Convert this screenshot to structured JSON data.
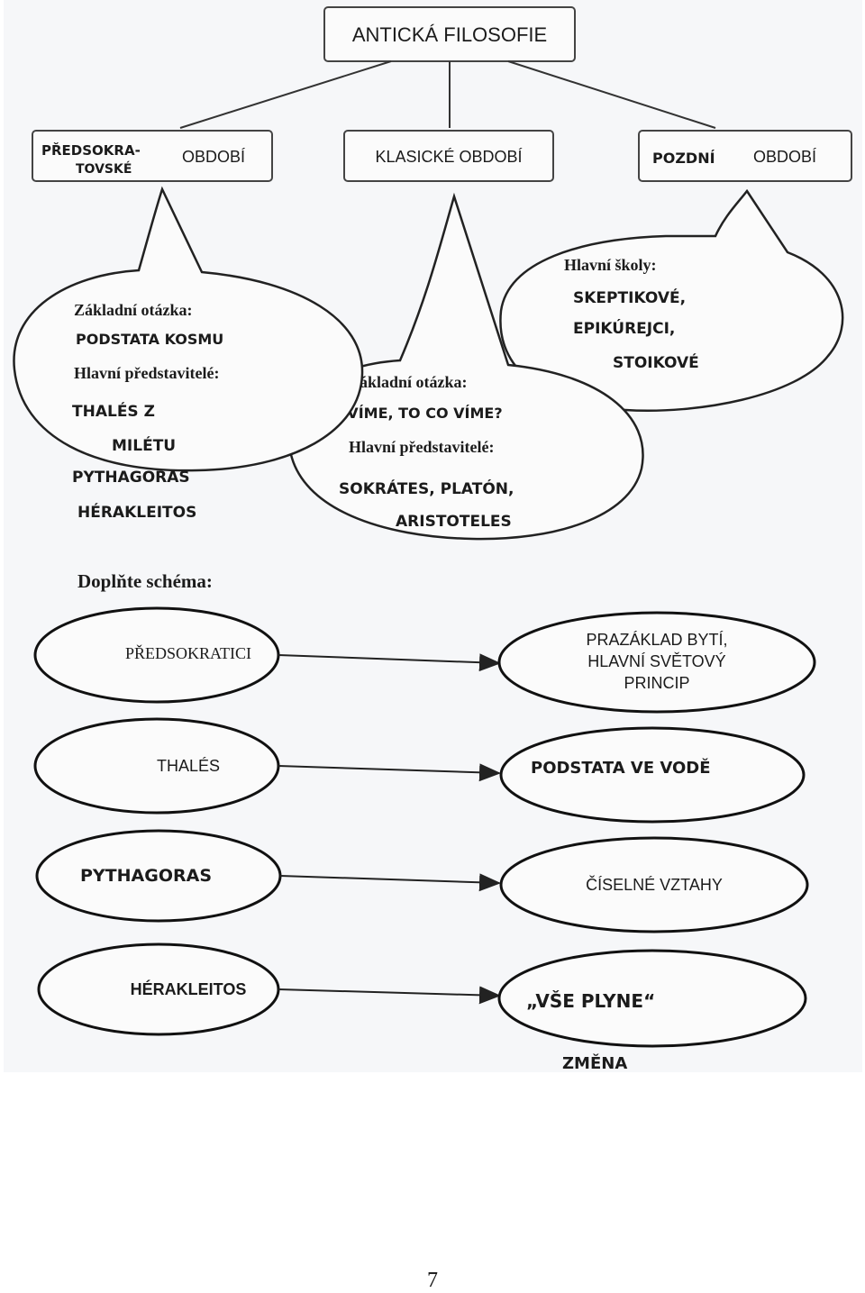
{
  "top": {
    "title": "ANTICKÁ FILOSOFIE"
  },
  "periods": {
    "pre_hand_1": "PŘEDSOKRA-",
    "pre_hand_2": "TOVSKÉ",
    "pre_print": "OBDOBÍ",
    "classic": "KLASICKÉ OBDOBÍ",
    "late_hand": "POZDNÍ",
    "late_print": "OBDOBÍ"
  },
  "bubble_left": {
    "q_label": "Základní otázka:",
    "q_answer": "PODSTATA KOSMU",
    "rep_label": "Hlavní představitelé:",
    "rep_1": "THALÉS Z",
    "rep_2": "MILÉTU",
    "rep_3": "PYTHAGORAS",
    "rep_4": "HÉRAKLEITOS"
  },
  "bubble_mid": {
    "q_label": "Základní otázka:",
    "q_answer": "JAK VÍME, TO CO VÍME?",
    "rep_label": "Hlavní představitelé:",
    "rep_1": "SOKRÁTES, PLATÓN,",
    "rep_2": "ARISTOTELES"
  },
  "bubble_right": {
    "label": "Hlavní školy:",
    "s1": "SKEPTIKOVÉ,",
    "s2": "EPIKÚREJCI,",
    "s3": "STOIKOVÉ"
  },
  "schema": {
    "title": "Doplňte schéma:",
    "rows": [
      {
        "left": "PŘEDSOKRATICI",
        "right_1": "PRAZÁKLAD BYTÍ,",
        "right_2": "HLAVNÍ SVĚTOVÝ",
        "right_3": "PRINCIP"
      },
      {
        "left": "THALÉS",
        "right_1": "PODSTATA VE VODĚ"
      },
      {
        "left": "PYTHAGORAS",
        "right_1": "ČÍSELNÉ VZTAHY"
      },
      {
        "left": "HÉRAKLEITOS",
        "right_1": "„VŠE PLYNE“",
        "below": "ZMĚNA"
      }
    ]
  },
  "page": {
    "number": "7"
  }
}
